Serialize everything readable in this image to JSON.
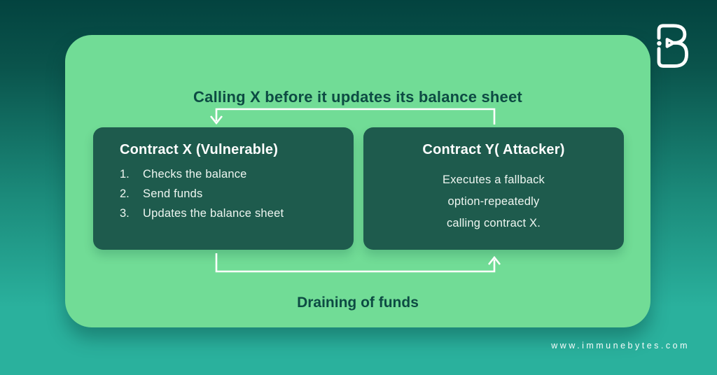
{
  "header": {
    "title": "Calling X before it updates its balance sheet"
  },
  "contract_x": {
    "title": "Contract X (Vulnerable)",
    "steps": [
      {
        "marker": "1.",
        "text": "Checks the balance"
      },
      {
        "marker": "2.",
        "text": "Send funds"
      },
      {
        "marker": "3.",
        "text": "Updates the balance sheet"
      }
    ]
  },
  "contract_y": {
    "title": "Contract Y( Attacker)",
    "lines": [
      "Executes a fallback",
      "option-repeatedly",
      "calling contract X."
    ]
  },
  "footer": {
    "bottom_label": "Draining of funds",
    "website": "www.immunebytes.com"
  },
  "icons": {
    "logo": "immunebytes-ib-logo",
    "top_arrow": "arrow-from-contract-y-to-contract-x",
    "bottom_arrow": "arrow-from-contract-x-to-contract-y"
  },
  "colors": {
    "background_top": "#03433f",
    "background_bottom": "#2ab19d",
    "card": "#71dc96",
    "contract_box": "#1e5b4d",
    "dark_text": "#0d4b43",
    "light_text": "#ffffff",
    "arrow": "#ffffff"
  }
}
